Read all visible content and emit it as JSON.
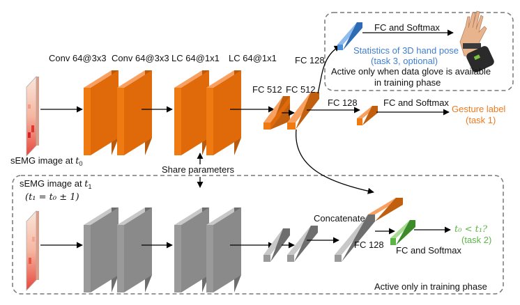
{
  "labels": {
    "conv1": "Conv 64@3x3",
    "conv2": "Conv 64@3x3",
    "lc1": "LC 64@1x1",
    "lc2": "LC 64@1x1",
    "fc512_a": "FC 512",
    "fc512_b": "FC 512",
    "fc128_top": "FC 128",
    "fc128_gesture": "FC 128",
    "fc_softmax_top": "FC and Softmax",
    "fc_softmax_gesture": "FC and Softmax",
    "fc_softmax_bottom": "FC and Softmax",
    "fc128_bottom": "FC 128",
    "concatenate": "Concatenate",
    "hand_pose_1": "Statistics of 3D hand pose",
    "hand_pose_2": "(task 3, optional)",
    "glove_note_1": "Active only when data glove is available",
    "glove_note_2": "in training phase",
    "gesture_label_1": "Gesture label",
    "gesture_label_2": "(task 1)",
    "semg_t0_prefix": "sEMG image at ",
    "semg_t0_var": "t",
    "semg_t0_sub": "0",
    "share_params": "Share parameters",
    "semg_t1_prefix": "sEMG image at ",
    "semg_t1_var": "t",
    "semg_t1_sub": "1",
    "semg_t1_eq": "(t₁ = t₀ ± 1)",
    "task2_cond": "t₀ < t₁?",
    "task2_label": "(task 2)",
    "training_note": "Active only in training phase"
  },
  "colors": {
    "orange": "#f07a12",
    "gray": "#9a9a9a",
    "blue": "#4a8fd8",
    "green": "#5cb547",
    "text_blue": "#3f7fd0",
    "text_orange": "#ee7a1d",
    "text_green": "#5cb547",
    "dashed_border": "#777777"
  },
  "icons": {
    "hand": "hand-with-data-glove-icon",
    "semg": "semg-heatmap-image"
  }
}
